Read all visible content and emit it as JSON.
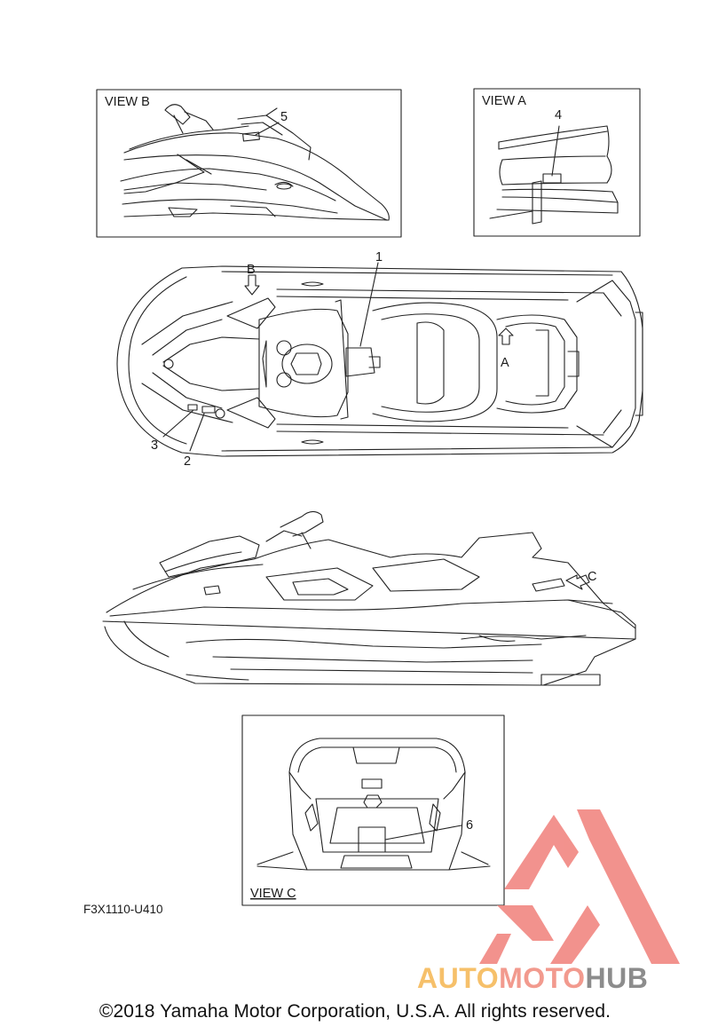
{
  "views": {
    "b_label": "VIEW B",
    "a_label": "VIEW A",
    "c_label": "VIEW C"
  },
  "callouts": {
    "n1": "1",
    "n2": "2",
    "n3": "3",
    "n4": "4",
    "n5": "5",
    "n6": "6",
    "arrow_a": "A",
    "arrow_b": "B",
    "arrow_c": "C"
  },
  "figure_code": "F3X1110-U410",
  "copyright": "©2018 Yamaha Motor Corporation, U.S.A. All rights reserved.",
  "watermark": {
    "part1": "AUTO",
    "part2": "MOTO",
    "part3": "HUB",
    "colors": {
      "auto": "#f6c06a",
      "moto": "#f29a8e",
      "hub": "#8c8c8c",
      "logo": "#f07f7a"
    }
  },
  "colors": {
    "line": "#222222",
    "background": "#ffffff"
  }
}
